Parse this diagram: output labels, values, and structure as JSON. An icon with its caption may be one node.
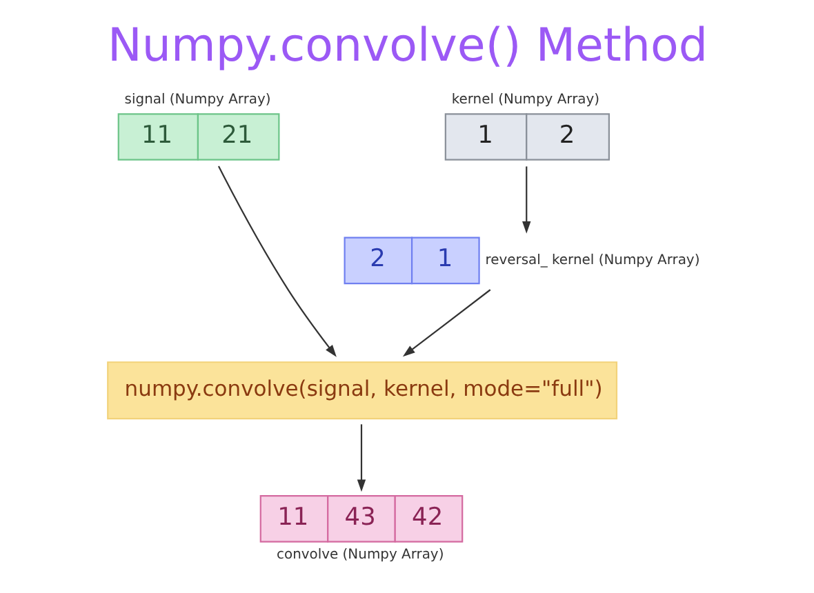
{
  "diagram": {
    "title": "Numpy.convolve() Method",
    "nodes": [
      {
        "text": [
          "11",
          "21"
        ],
        "beside": [
          "signal (Numpy Array)"
        ]
      },
      {
        "text": [
          "1",
          "2"
        ],
        "beside": [
          "kernel (Numpy Array)"
        ]
      },
      {
        "text": [
          "2",
          "1"
        ],
        "beside": [
          "reversal_ kernel (Numpy Array)"
        ]
      },
      {
        "text": [
          "numpy.convolve(signal, kernel, mode=\"full\")"
        ]
      },
      {
        "text": [
          "11",
          "43",
          "42"
        ],
        "beside": [
          "convolve (Numpy Array)"
        ]
      }
    ],
    "edges": [
      {
        "from": 0,
        "to": 3,
        "arrow": "to"
      },
      {
        "from": 1,
        "to": 2,
        "arrow": "to"
      },
      {
        "from": 2,
        "to": 3,
        "arrow": "to"
      },
      {
        "from": 3,
        "to": 4,
        "arrow": "to"
      }
    ]
  }
}
